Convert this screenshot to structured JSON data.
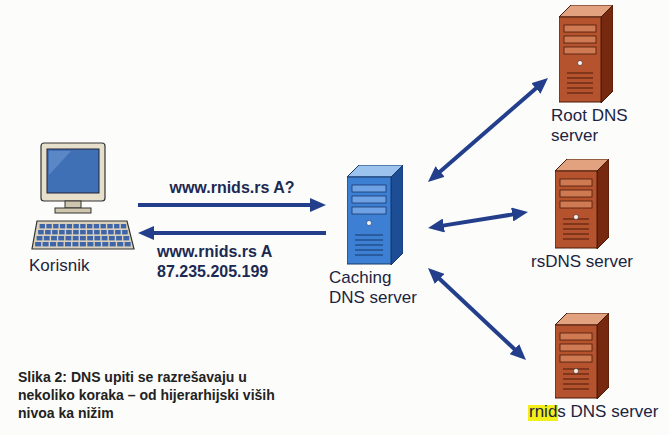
{
  "diagram": {
    "caption": "Slika 2: DNS upiti se razrešavaju u nekoliko koraka – od hijerarhijski viših nivoa ka nižim",
    "nodes": [
      {
        "text": [
          "Korisnik"
        ]
      },
      {
        "text": [
          "Caching DNS server"
        ]
      },
      {
        "text": [
          "Root DNS server"
        ]
      },
      {
        "text": [
          "rsDNS server"
        ]
      },
      {
        "text": [
          "rnids DNS server"
        ]
      }
    ],
    "edges": [
      {
        "from": 0,
        "to": 1,
        "label": "www.rnids.rs A?",
        "arrow": "to"
      },
      {
        "from": 1,
        "to": 0,
        "label": "www.rnids.rs A 87.235.205.199",
        "arrow": "to"
      },
      {
        "from": 1,
        "to": 2,
        "arrow": "both"
      },
      {
        "from": 1,
        "to": 3,
        "arrow": "both"
      },
      {
        "from": 1,
        "to": 4,
        "arrow": "both"
      }
    ]
  }
}
